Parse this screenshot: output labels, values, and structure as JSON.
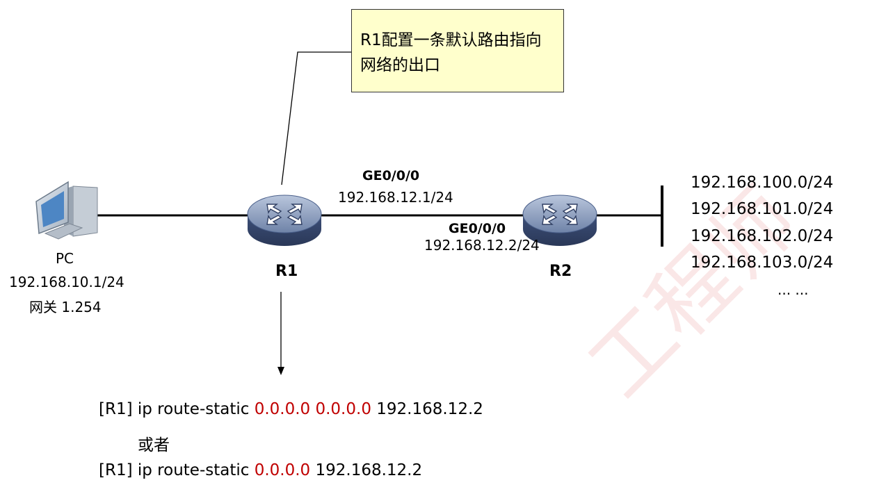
{
  "callout": {
    "line1": "R1配置一条默认路由指向",
    "line2": "网络的出口"
  },
  "pc": {
    "name": "PC",
    "ip": "192.168.10.1/24",
    "gateway": "网关 1.254"
  },
  "r1": {
    "name": "R1",
    "interface": "GE0/0/0",
    "ip": "192.168.12.1/24"
  },
  "r2": {
    "name": "R2",
    "interface": "GE0/0/0",
    "ip": "192.168.12.2/24"
  },
  "networks": [
    "192.168.100.0/24",
    "192.168.101.0/24",
    "192.168.102.0/24",
    "192.168.103.0/24",
    "... ..."
  ],
  "commands": {
    "cmd1_prefix": "[R1] ip route-static ",
    "cmd1_dest": "0.0.0.0 0.0.0.0",
    "cmd1_nexthop": " 192.168.12.2",
    "or": "或者",
    "cmd2_prefix": "[R1] ip route-static ",
    "cmd2_dest": "0.0.0.0",
    "cmd2_nexthop": " 192.168.12.2"
  },
  "watermark": "工程师",
  "colors": {
    "callout_bg": "#ffffcc",
    "highlight": "#c00000",
    "router_body": "#4a5f8a"
  }
}
